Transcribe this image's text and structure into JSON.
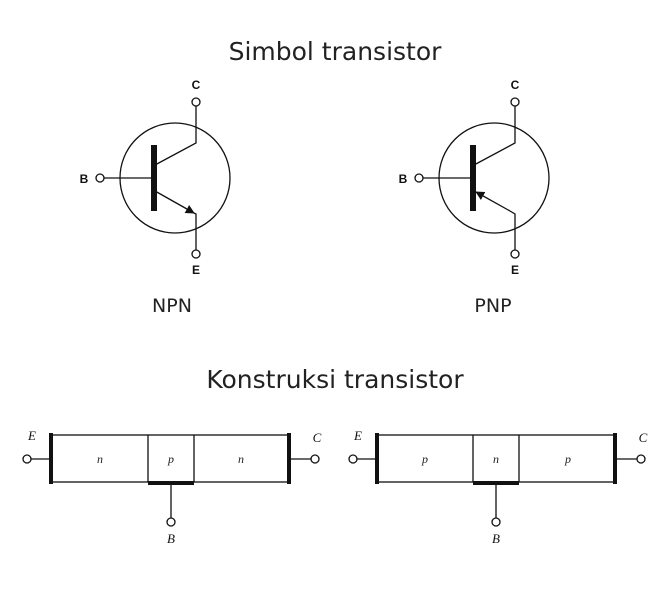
{
  "symbols": {
    "title": "Simbol transistor",
    "npn": {
      "label": "NPN",
      "collector": "C",
      "base": "B",
      "emitter": "E"
    },
    "pnp": {
      "label": "PNP",
      "collector": "C",
      "base": "B",
      "emitter": "E"
    }
  },
  "construction": {
    "title": "Konstruksi transistor",
    "npn": {
      "emitter": "E",
      "collector": "C",
      "base": "B",
      "layers": [
        "n",
        "p",
        "n"
      ]
    },
    "pnp": {
      "emitter": "E",
      "collector": "C",
      "base": "B",
      "layers": [
        "p",
        "n",
        "p"
      ]
    }
  }
}
